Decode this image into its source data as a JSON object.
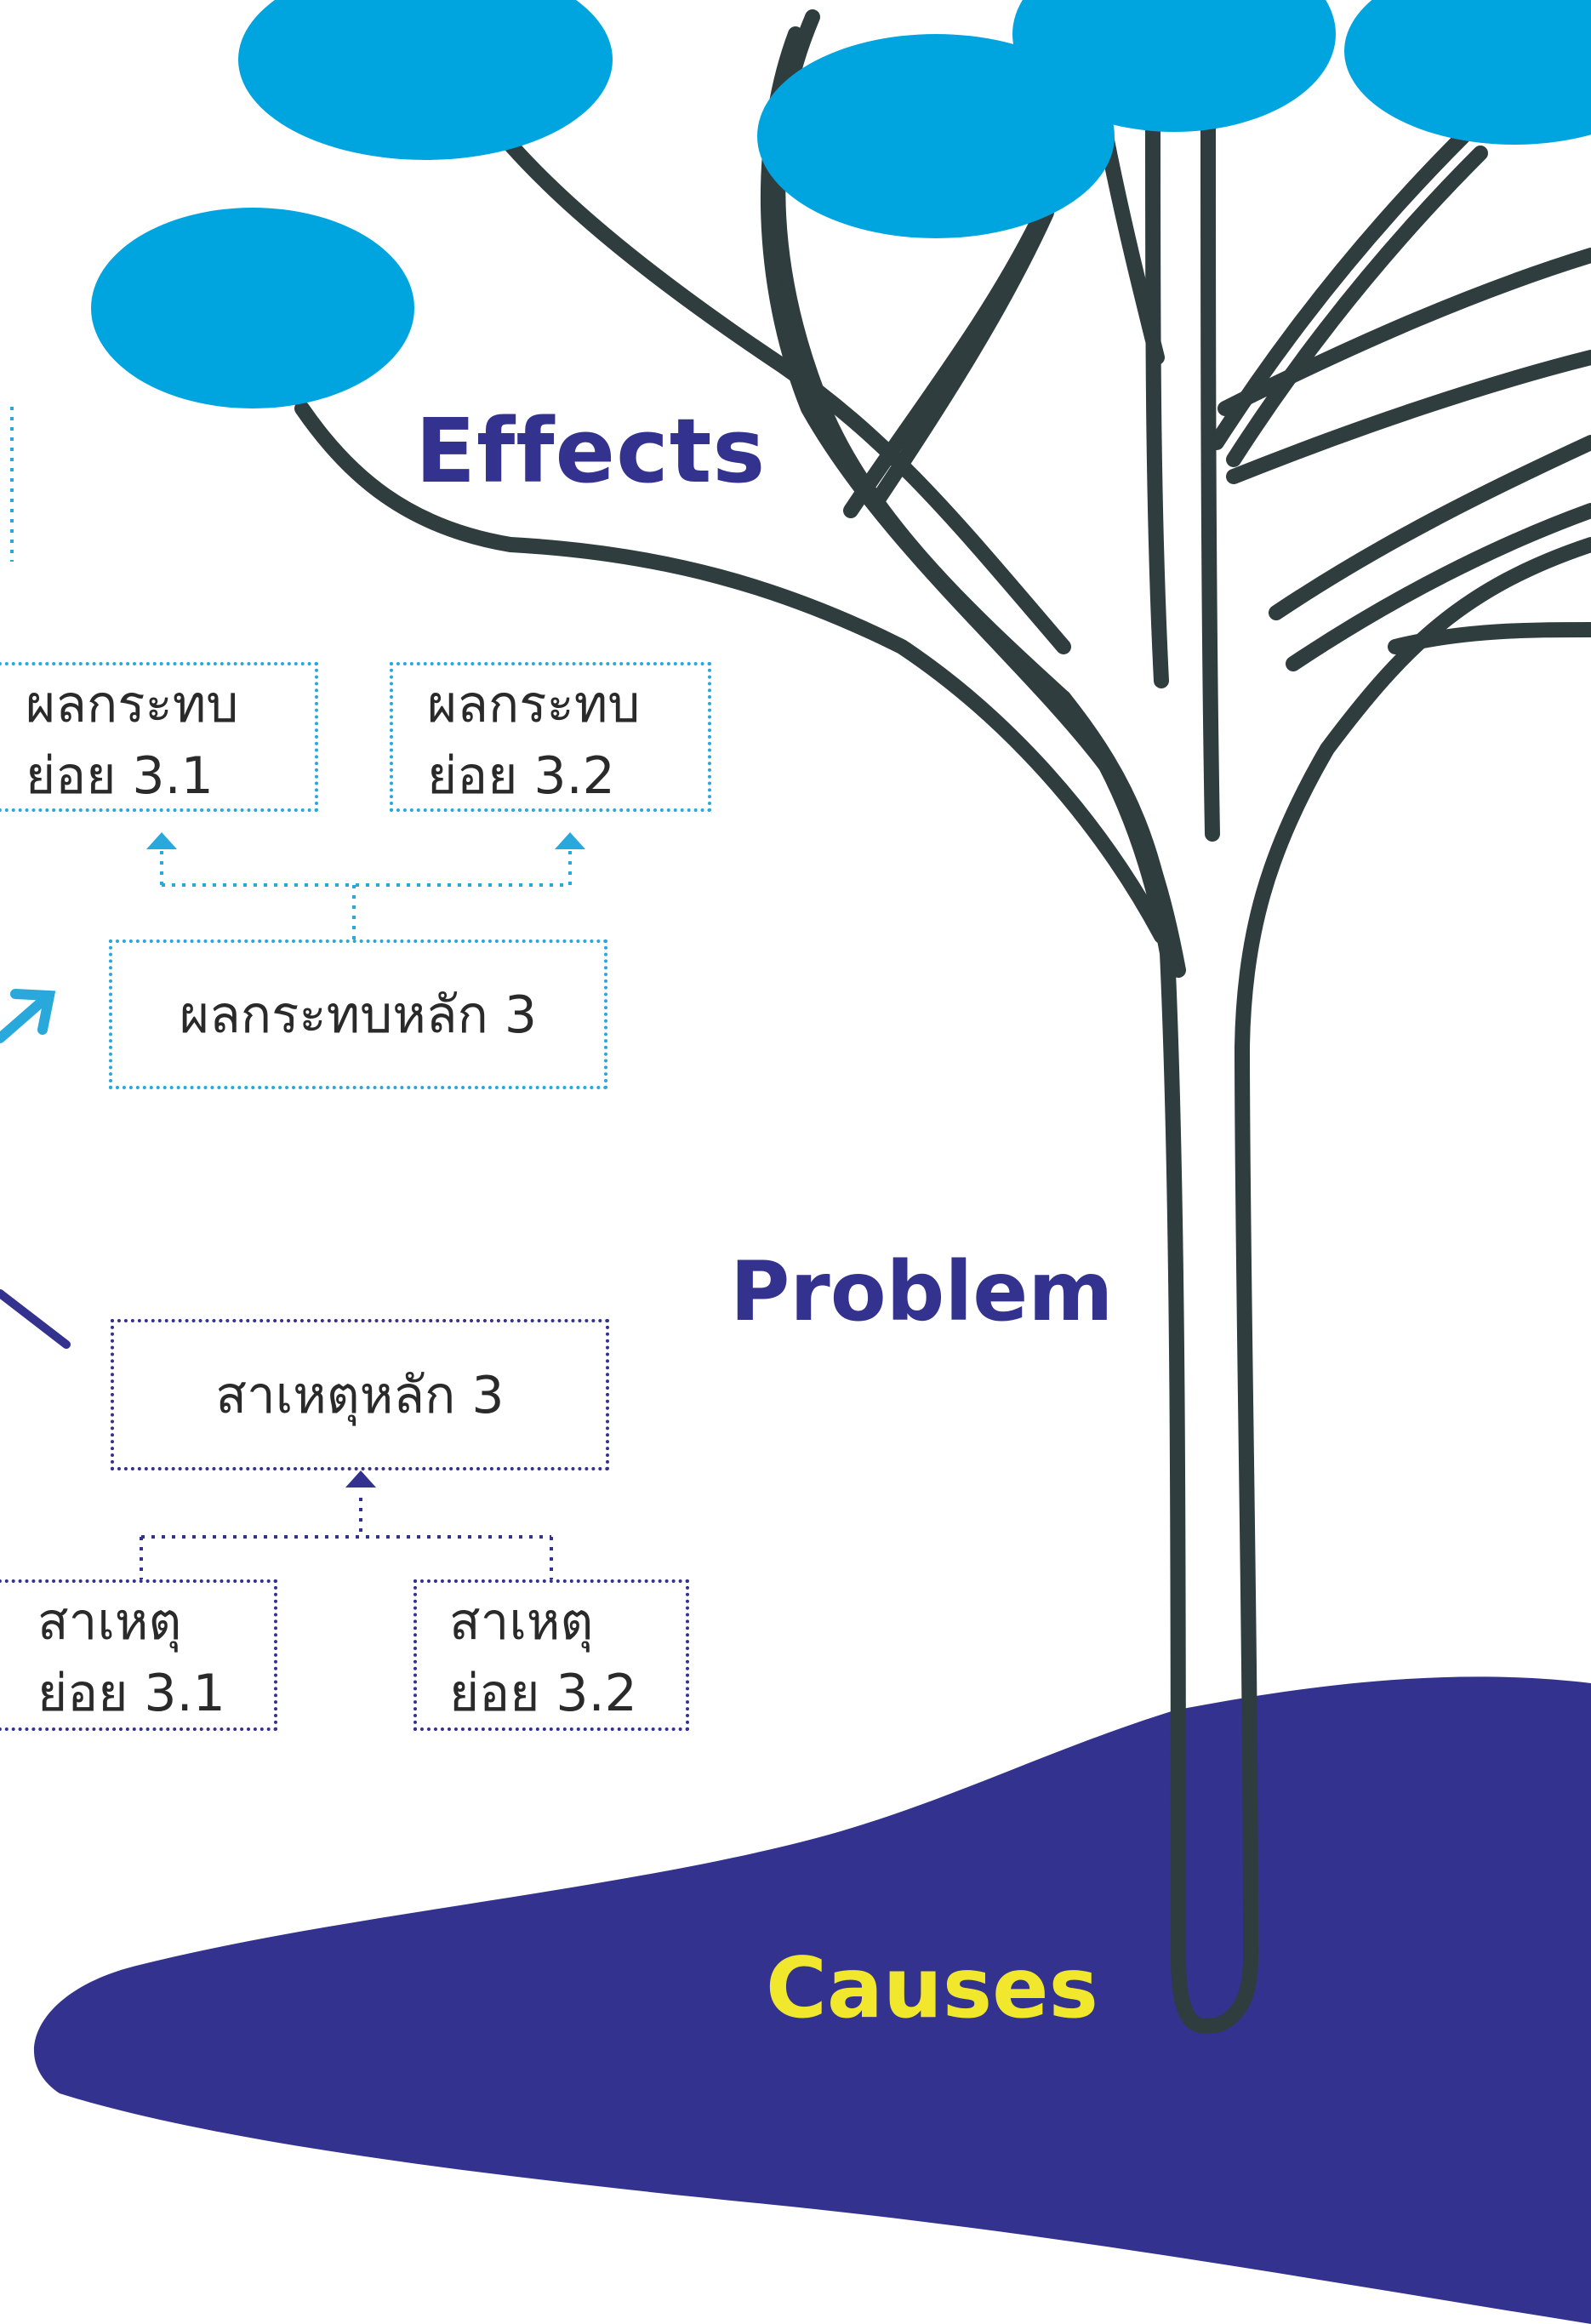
{
  "labels": {
    "effects": "Effects",
    "problem": "Problem",
    "causes": "Causes"
  },
  "effects": {
    "main": "ผลกระทบหลัก 3",
    "sub": [
      {
        "line1": "ผลกระทบ",
        "line2": "ย่อย 3.1"
      },
      {
        "line1": "ผลกระทบ",
        "line2": "ย่อย 3.2"
      }
    ]
  },
  "causes": {
    "main": "สาเหตุหลัก 3",
    "sub": [
      {
        "line1": "สาเหตุ",
        "line2": "ย่อย 3.1"
      },
      {
        "line1": "สาเหตุ",
        "line2": "ย่อย 3.2"
      }
    ]
  },
  "colors": {
    "canopy": "#00a5e0",
    "trunk": "#2f3d3f",
    "ground": "#34328f",
    "effect_connector": "#29a8dc",
    "cause_connector": "#34328f",
    "effects_label": "#34328f",
    "problem_label": "#34328f",
    "causes_label": "#f1e82e"
  }
}
